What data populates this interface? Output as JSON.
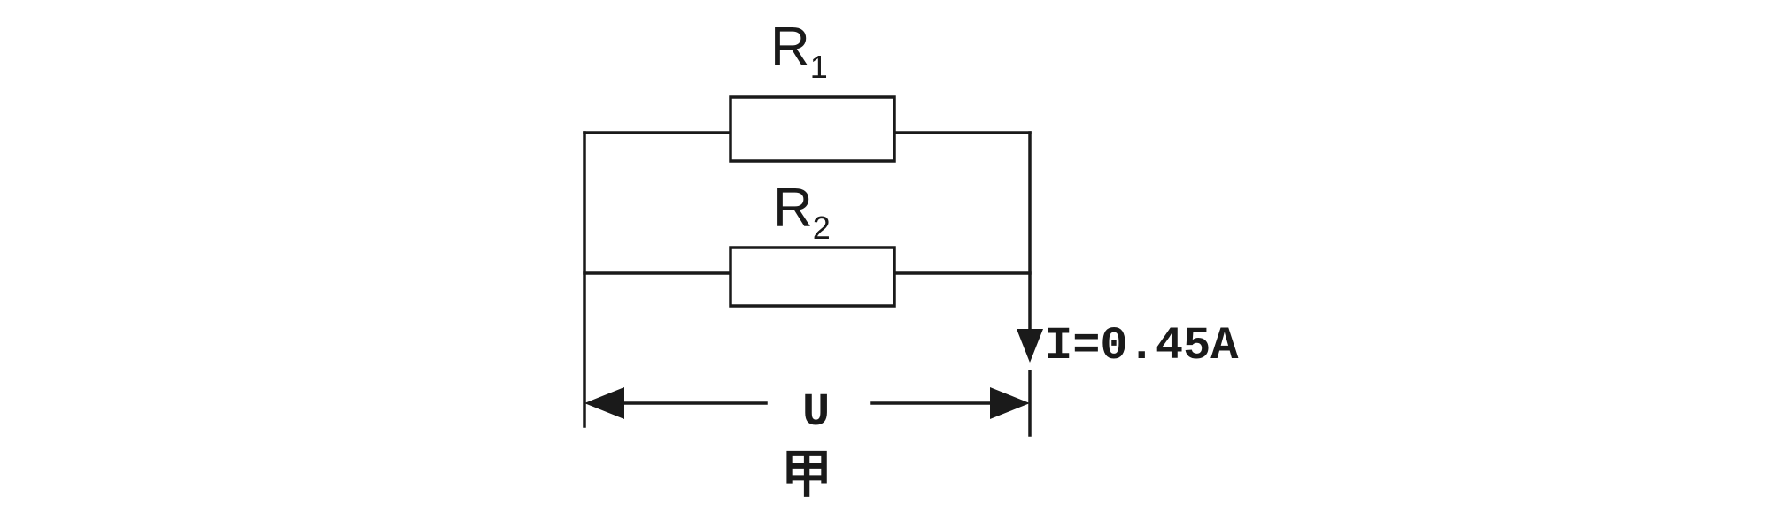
{
  "diagram": {
    "resistor_top": {
      "letter": "R",
      "subscript": "1"
    },
    "resistor_bottom": {
      "letter": "R",
      "subscript": "2"
    },
    "current_label": "I=0.45A",
    "voltage_label": "U",
    "caption": "甲"
  }
}
